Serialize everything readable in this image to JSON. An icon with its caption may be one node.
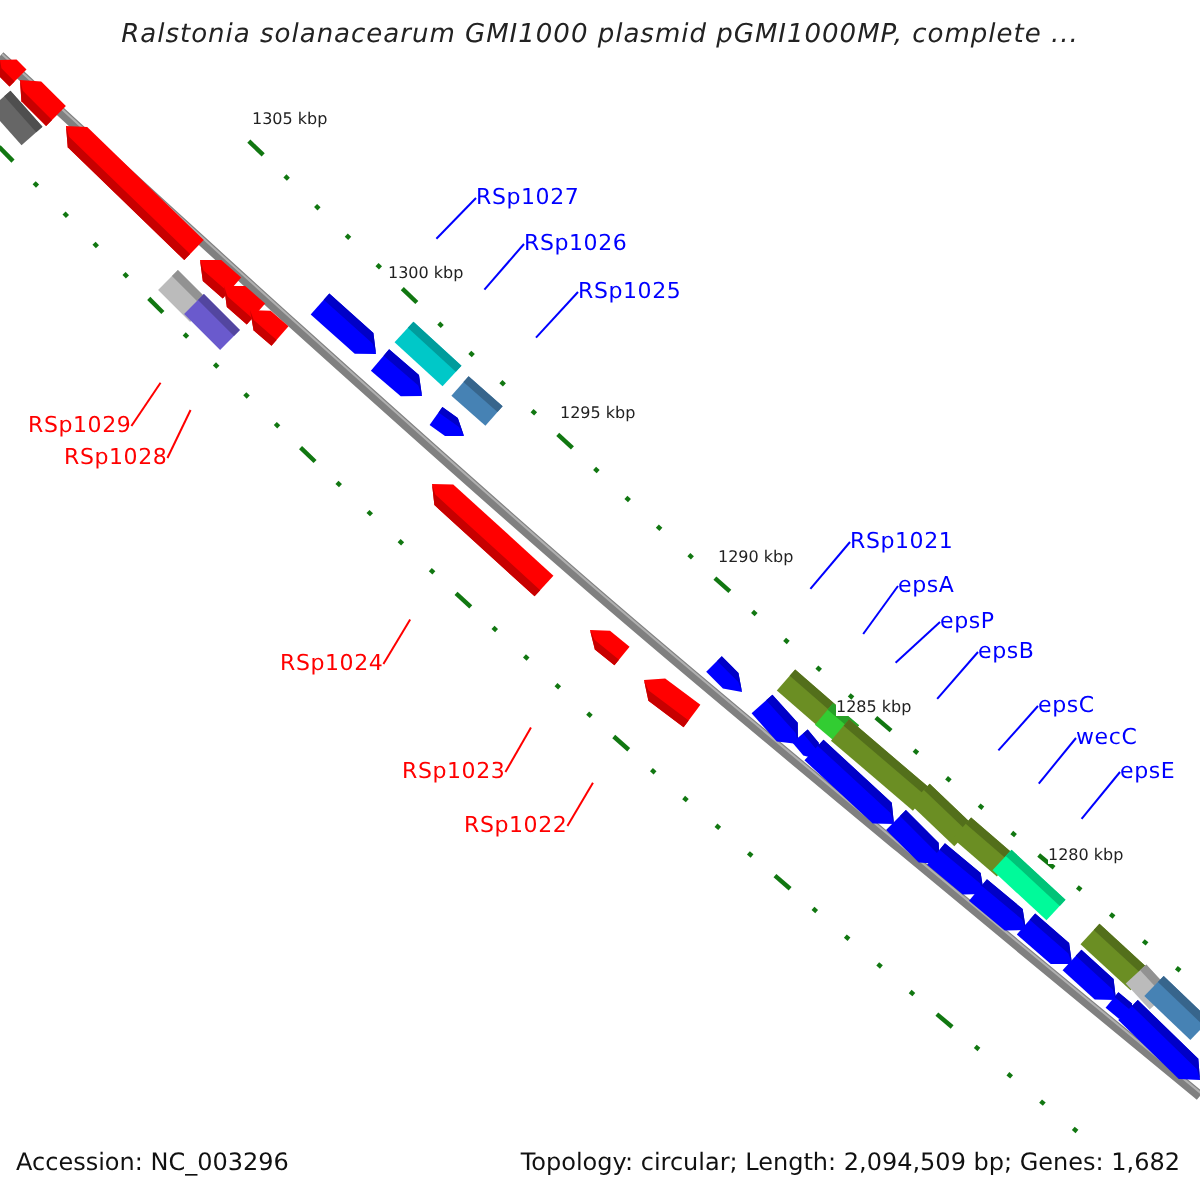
{
  "diagram": {
    "title": "Ralstonia solanacearum GMI1000 plasmid pGMI1000MP, complete ...",
    "nodes": [
      {
        "text": [
          "RSp1027"
        ]
      },
      {
        "text": [
          "RSp1026"
        ]
      },
      {
        "text": [
          "RSp1025"
        ]
      },
      {
        "text": [
          "RSp1029"
        ]
      },
      {
        "text": [
          "RSp1028"
        ]
      },
      {
        "text": [
          "RSp1024"
        ]
      },
      {
        "text": [
          "RSp1023"
        ]
      },
      {
        "text": [
          "RSp1022"
        ]
      },
      {
        "text": [
          "RSp1021"
        ]
      },
      {
        "text": [
          "epsA"
        ]
      },
      {
        "text": [
          "epsP"
        ]
      },
      {
        "text": [
          "epsB"
        ]
      },
      {
        "text": [
          "epsC"
        ]
      },
      {
        "text": [
          "wecC"
        ]
      },
      {
        "text": [
          "epsE"
        ]
      }
    ],
    "edges": [
      {
        "from": 0,
        "to": null,
        "arrow": "none"
      },
      {
        "from": 1,
        "to": null,
        "arrow": "none"
      },
      {
        "from": 2,
        "to": null,
        "arrow": "none"
      },
      {
        "from": 3,
        "to": null,
        "arrow": "none",
        "color": "#ff0000"
      },
      {
        "from": 4,
        "to": null,
        "arrow": "none",
        "color": "#ff0000"
      },
      {
        "from": 5,
        "to": null,
        "arrow": "none",
        "color": "#ff0000"
      },
      {
        "from": 6,
        "to": null,
        "arrow": "none",
        "color": "#ff0000"
      },
      {
        "from": 7,
        "to": null,
        "arrow": "none",
        "color": "#ff0000"
      },
      {
        "from": 8,
        "to": null,
        "arrow": "none"
      },
      {
        "from": 9,
        "to": null,
        "arrow": "none"
      },
      {
        "from": 10,
        "to": null,
        "arrow": "none"
      },
      {
        "from": 11,
        "to": null,
        "arrow": "none"
      },
      {
        "from": 12,
        "to": null,
        "arrow": "none"
      },
      {
        "from": 13,
        "to": null,
        "arrow": "none"
      },
      {
        "from": 14,
        "to": null,
        "arrow": "none"
      }
    ],
    "labels": [
      "1305 kbp",
      "1300 kbp",
      "1295 kbp",
      "1290 kbp",
      "1285 kbp",
      "1280 kbp",
      "Accession: NC_003296",
      "Topology: circular; Length: 2,094,509 bp; Genes: 1,682"
    ]
  }
}
